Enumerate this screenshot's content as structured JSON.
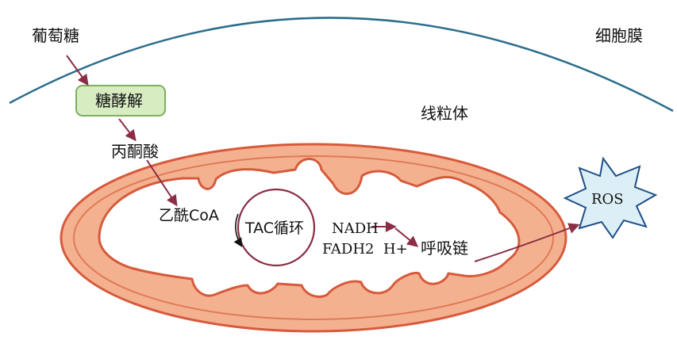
{
  "labels": {
    "glucose": "葡萄糖",
    "membrane": "细胞膜",
    "glycolysis": "糖酵解",
    "mitochondrion": "线粒体",
    "pyruvate": "丙酮酸",
    "acetyl_coa": "乙酰CoA",
    "tac_cycle": "TAC循环",
    "nadh": "NADH",
    "fadh2_h": "FADH2  H+",
    "resp_chain": "呼吸链",
    "ros": "ROS"
  },
  "colors": {
    "membrane_line": "#2b6e8c",
    "arrow": "#8b2d45",
    "mito_outer_fill": "#f4b190",
    "mito_outer_stroke": "#d75a3c",
    "mito_inner_fill": "#ffffff",
    "glycolysis_box_fill": "#d8ecc2",
    "glycolysis_box_stroke": "#7bb05f",
    "ros_fill": "#dceff7",
    "ros_stroke": "#1e4f86",
    "tac_circle": "#8b2d45",
    "text": "#111111"
  }
}
